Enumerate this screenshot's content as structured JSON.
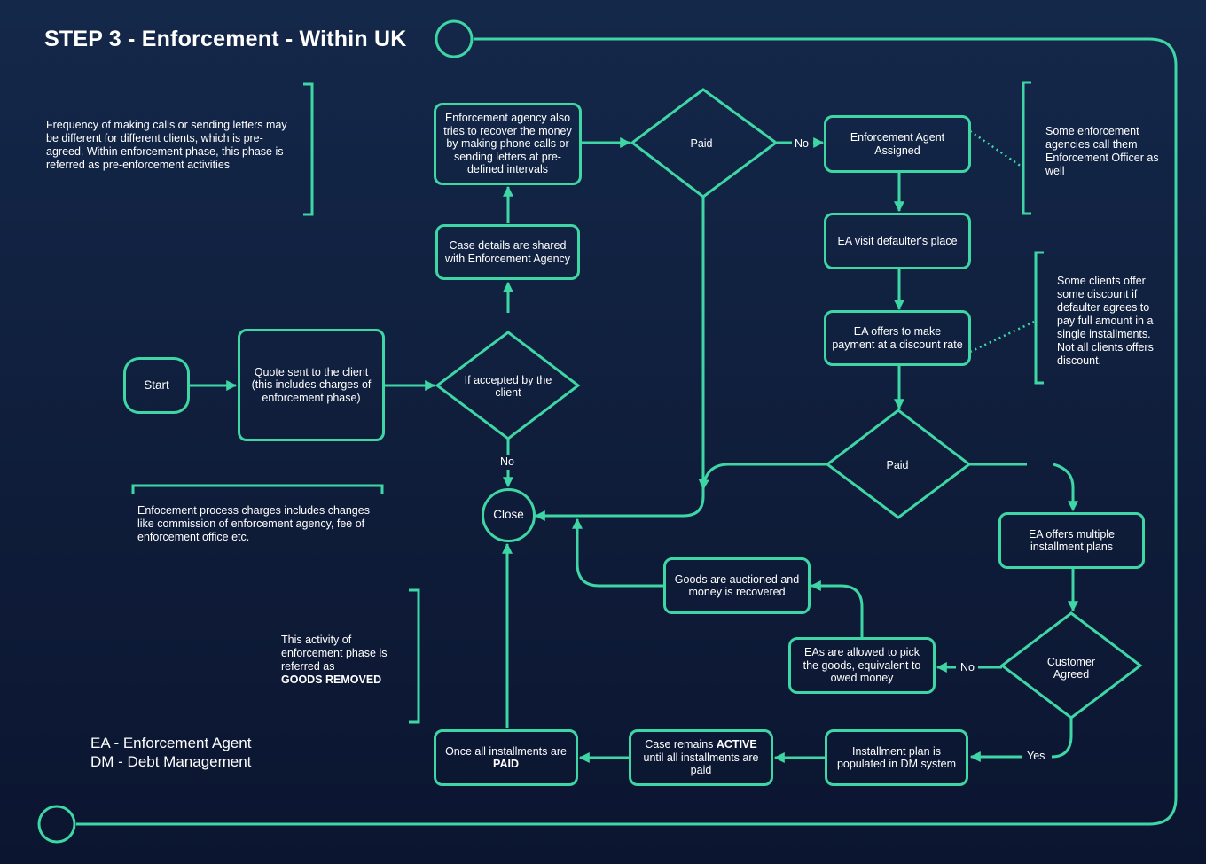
{
  "title": "STEP 3 - Enforcement - Within UK",
  "nodes": {
    "start": "Start",
    "quote": "Quote sent to the client (this includes charges of enforcement phase)",
    "accepted": "If accepted by the client",
    "case_shared": "Case details are shared with Enforcement Agency",
    "agency_recover": "Enforcement agency also tries to recover the money by making phone calls or sending letters at pre-defined intervals",
    "paid_1": "Paid",
    "ea_assigned": "Enforcement Agent Assigned",
    "ea_visit": "EA visit defaulter's place",
    "ea_discount": "EA offers to make payment at a discount rate",
    "paid_2": "Paid",
    "ea_installments": "EA offers multiple installment plans",
    "customer_agreed": "Customer Agreed",
    "pick_goods": "EAs are allowed to pick the goods, equivalent to owed money",
    "auctioned": "Goods are auctioned and money is recovered",
    "close": "Close",
    "plan_populated": "Installment plan is populated in DM system",
    "case_active_pre": "Case remains ",
    "case_active_bold": "ACTIVE",
    "case_active_post": " until all installments are paid",
    "all_paid_pre": "Once all installments are ",
    "all_paid_bold": "PAID"
  },
  "edge_labels": {
    "no_accepted": "No",
    "no_paid": "No",
    "no_agreed": "No",
    "yes_agreed": "Yes"
  },
  "notes": {
    "frequency": "Frequency of making calls or sending letters may be different for different clients, which is pre-agreed. Within enforcement phase, this phase is referred as pre-enforcement activities",
    "charges": "Enfocement process charges includes changes like commission of enforcement agency, fee of enforcement office etc.",
    "goods_pre": "This activity of enforcement phase is referred as",
    "goods_bold": "GOODS REMOVED",
    "officer": "Some enforcement agencies call them Enforcement Officer as well",
    "discount": "Some clients offer some discount if defaulter agrees to pay full amount in a single installments. Not all clients offers discount."
  },
  "legend": {
    "ea": "EA - Enforcement Agent",
    "dm": "DM - Debt Management"
  },
  "colors": {
    "accent": "#3fd6a6",
    "background": "#12223f",
    "text": "#ffffff"
  }
}
